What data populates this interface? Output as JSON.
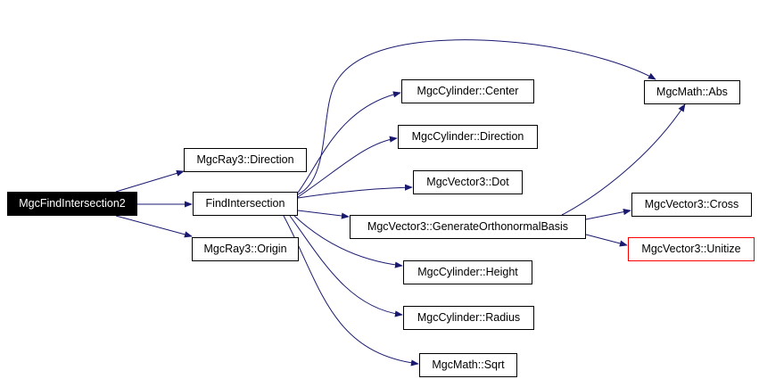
{
  "colors": {
    "edge": "#191970",
    "node_border": "#000000",
    "root_fill": "#000000",
    "root_text": "#ffffff",
    "highlight_border": "#ff0000"
  },
  "nodes": {
    "root": "MgcFindIntersection2",
    "ray_direction": "MgcRay3::Direction",
    "find_intersection": "FindIntersection",
    "ray_origin": "MgcRay3::Origin",
    "cylinder_center": "MgcCylinder::Center",
    "cylinder_direction": "MgcCylinder::Direction",
    "vector_dot": "MgcVector3::Dot",
    "vector_generate_basis": "MgcVector3::GenerateOrthonormalBasis",
    "cylinder_height": "MgcCylinder::Height",
    "cylinder_radius": "MgcCylinder::Radius",
    "math_sqrt": "MgcMath::Sqrt",
    "math_abs": "MgcMath::Abs",
    "vector_cross": "MgcVector3::Cross",
    "vector_unitize": "MgcVector3::Unitize"
  },
  "edges": [
    [
      "root",
      "ray_direction"
    ],
    [
      "root",
      "find_intersection"
    ],
    [
      "root",
      "ray_origin"
    ],
    [
      "find_intersection",
      "math_abs"
    ],
    [
      "find_intersection",
      "cylinder_center"
    ],
    [
      "find_intersection",
      "cylinder_direction"
    ],
    [
      "find_intersection",
      "vector_dot"
    ],
    [
      "find_intersection",
      "vector_generate_basis"
    ],
    [
      "find_intersection",
      "cylinder_height"
    ],
    [
      "find_intersection",
      "cylinder_radius"
    ],
    [
      "find_intersection",
      "math_sqrt"
    ],
    [
      "vector_generate_basis",
      "math_abs"
    ],
    [
      "vector_generate_basis",
      "vector_cross"
    ],
    [
      "vector_generate_basis",
      "vector_unitize"
    ]
  ]
}
